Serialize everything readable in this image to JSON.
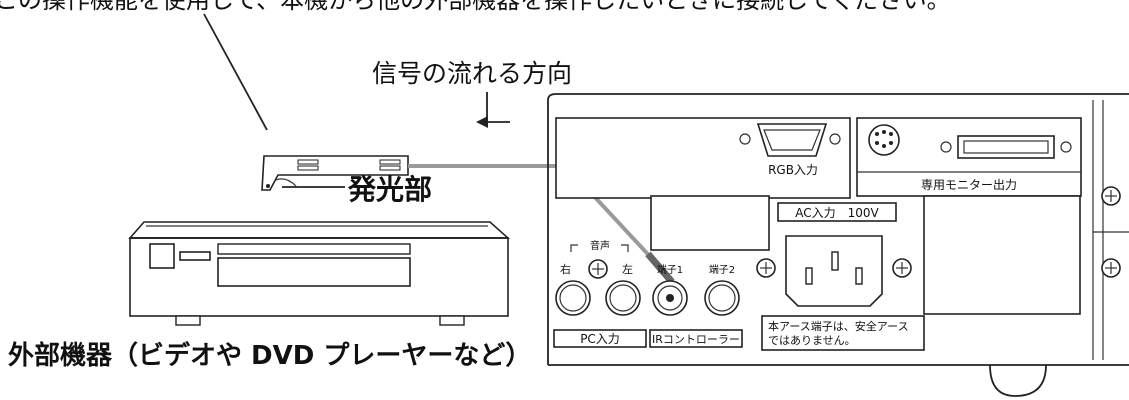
{
  "top_caption": "この操作機能を使用して、本機から他の外部機器を操作したいときに接続してください。",
  "signal_direction_label": "信号の流れる方向",
  "emitter_label": "発光部",
  "external_device_label": "外部機器（ビデオや DVD プレーヤーなど）",
  "ports": {
    "rgb_in": "RGB入力",
    "monitor_out": "専用モニター出力",
    "ac_in": "AC入力　100V",
    "audio": "音声",
    "audio_right": "右",
    "audio_left": "左",
    "pc_in": "PC入力",
    "terminal1": "端子1",
    "terminal2": "端子2",
    "ir_controller": "IRコントローラー",
    "earth_note_line1": "本アース端子は、安全アース",
    "earth_note_line2": "ではありません。"
  },
  "colors": {
    "cable": "#9a9a9a",
    "line": "#222222"
  }
}
